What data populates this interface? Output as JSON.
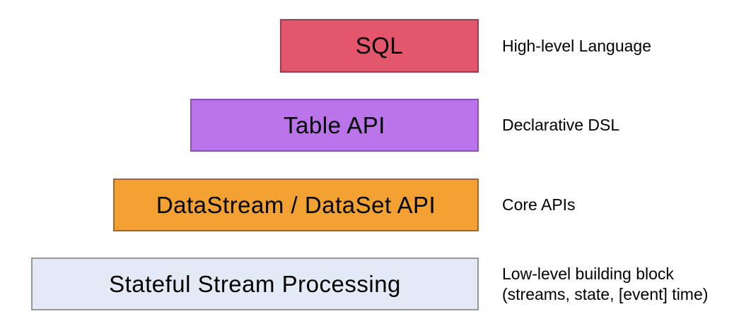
{
  "diagram": {
    "layers": [
      {
        "label": "SQL",
        "annotation_lines": [
          "High-level Language"
        ],
        "fill": "#E4566B",
        "border": "#A03B50"
      },
      {
        "label": "Table API",
        "annotation_lines": [
          "Declarative DSL"
        ],
        "fill": "#BA73E8",
        "border": "#8C4FB3"
      },
      {
        "label": "DataStream / DataSet API",
        "annotation_lines": [
          "Core APIs"
        ],
        "fill": "#F2A132",
        "border": "#9C6A2B"
      },
      {
        "label": "Stateful Stream Processing",
        "annotation_lines": [
          "Low-level building block",
          "(streams, state, [event] time)"
        ],
        "fill": "#E4EAF5",
        "border": "#979797"
      }
    ],
    "text_color": "#000000",
    "background_color": "#FFFFFF"
  }
}
